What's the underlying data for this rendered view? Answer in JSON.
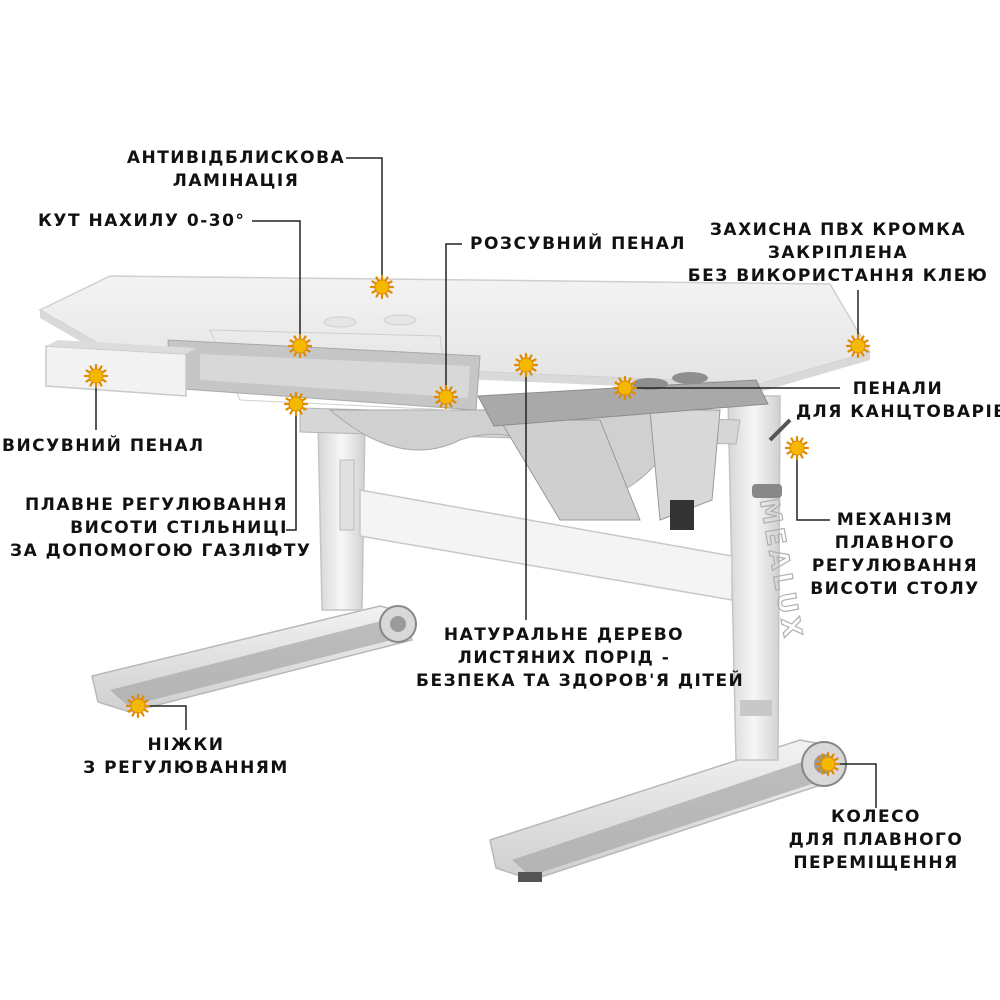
{
  "colors": {
    "marker": "#f5b800",
    "marker_ray": "#e08a00",
    "line": "#222222",
    "text": "#111111",
    "frame": "#e9e9e9",
    "frame_shade": "#c4c4c4",
    "accent_grey": "#a8a8a8"
  },
  "features": {
    "antiglare": {
      "lines": [
        "АНТИВІДБЛИСКОВА",
        "ЛАМІНАЦІЯ"
      ]
    },
    "tilt": {
      "lines": [
        "КУТ НАХИЛУ 0-30°"
      ]
    },
    "sliding_case": {
      "lines": [
        "РОЗСУВНИЙ ПЕНАЛ"
      ]
    },
    "pvc_edge": {
      "lines": [
        "ЗАХИСНА ПВХ КРОМКА",
        "ЗАКРІПЛЕНА",
        "БЕЗ ВИКОРИСТАННЯ КЛЕЮ"
      ]
    },
    "pull_out_case": {
      "lines": [
        "ВИСУВНИЙ ПЕНАЛ"
      ]
    },
    "stationery_cases": {
      "lines": [
        "ПЕНАЛИ",
        "ДЛЯ КАНЦТОВАРІВ"
      ]
    },
    "gaslift": {
      "lines": [
        "ПЛАВНЕ РЕГУЛЮВАННЯ",
        "ВИСОТИ СТІЛЬНИЦІ",
        "ЗА ДОПОМОГОЮ ГАЗЛІФТУ"
      ]
    },
    "height_mechanism": {
      "lines": [
        "МЕХАНІЗМ",
        "ПЛАВНОГО",
        "РЕГУЛЮВАННЯ",
        "ВИСОТИ СТОЛУ"
      ]
    },
    "wood": {
      "lines": [
        "НАТУРАЛЬНЕ ДЕРЕВО",
        "ЛИСТЯНИХ ПОРІД -",
        "БЕЗПЕКА ТА ЗДОРОВ'Я ДІТЕЙ"
      ]
    },
    "feet": {
      "lines": [
        "НІЖКИ",
        "З РЕГУЛЮВАННЯМ"
      ]
    },
    "wheel": {
      "lines": [
        "КОЛЕСО",
        "ДЛЯ ПЛАВНОГО",
        "ПЕРЕМІЩЕННЯ"
      ]
    }
  },
  "brand": {
    "leg_logo": "MEALUX"
  }
}
